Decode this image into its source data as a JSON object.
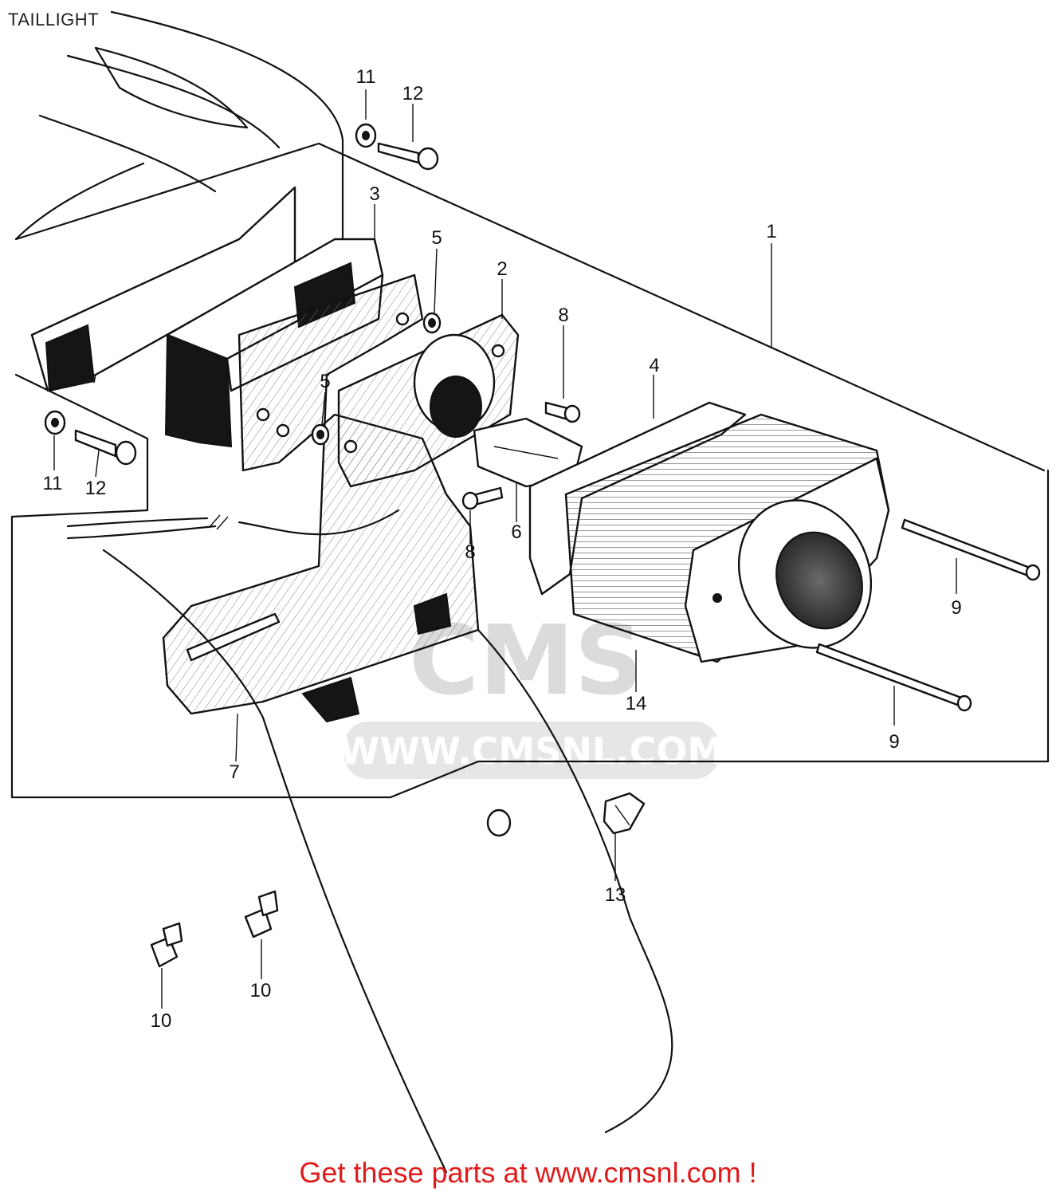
{
  "title": "TAILLIGHT",
  "watermark": {
    "logo": "CMS",
    "url": "WWW.CMSNL.COM"
  },
  "callouts": {
    "c1": "1",
    "c2": "2",
    "c3": "3",
    "c4": "4",
    "c5a": "5",
    "c5b": "5",
    "c6": "6",
    "c7": "7",
    "c8a": "8",
    "c8b": "8",
    "c9a": "9",
    "c9b": "9",
    "c10a": "10",
    "c10b": "10",
    "c11a": "11",
    "c11b": "11",
    "c12a": "12",
    "c12b": "12",
    "c13": "13",
    "c14": "14"
  },
  "footer": "Get these parts at www.cmsnl.com !"
}
